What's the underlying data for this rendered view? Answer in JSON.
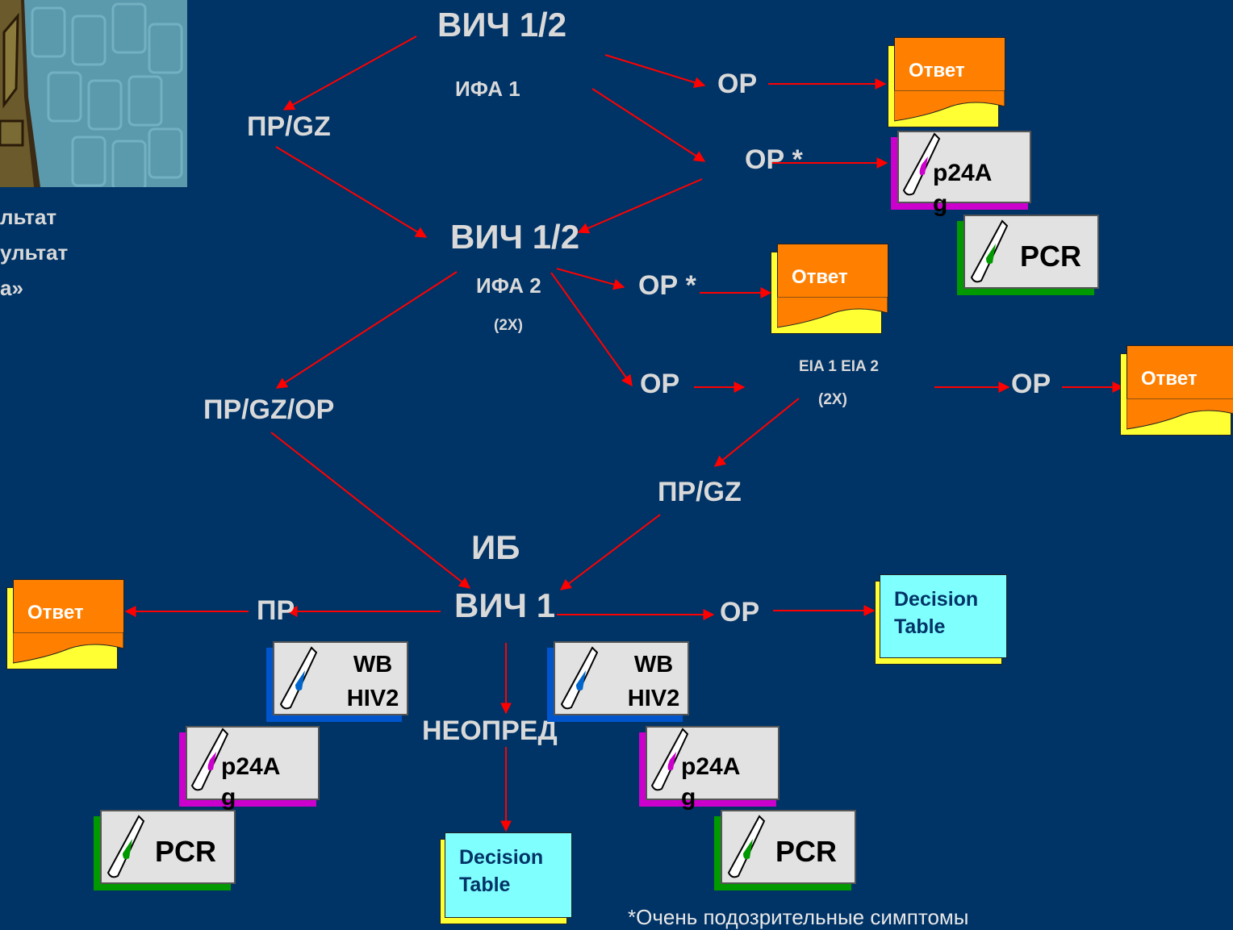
{
  "left_caption": [
    "льтат",
    "ультат",
    "а»"
  ],
  "nodes": {
    "hiv12_top": "ВИЧ 1/2",
    "ifa1": "ИФА 1",
    "pr_gz_1": "ПР/GZ",
    "op_1": "ОР",
    "op_star_1": "ОР *",
    "hiv12_mid": "ВИЧ 1/2",
    "ifa2": "ИФА 2",
    "ifa2_2x": "(2X)",
    "op_star_2": "ОР *",
    "op_2": "ОР",
    "eia": "EIA 1 EIA 2",
    "eia_2x": "(2X)",
    "op_3": "ОР",
    "pr_gz_op": "ПР/GZ/OP",
    "pr_gz_2": "ПР/GZ",
    "ib": "ИБ",
    "hiv1": "ВИЧ 1",
    "pr": "ПР",
    "op_4": "ОР",
    "neopred": "НЕОПРЕД"
  },
  "answer_label": "Ответ",
  "tests": {
    "p24": "p24Ag",
    "pcr": "PCR",
    "wb": "WB HIV2"
  },
  "decision_table": "Decision Table",
  "footnote": "*Очень подозрительные симптомы",
  "colors": {
    "background": "#003366",
    "arrow": "#ff0000",
    "answer_front": "#ff8000",
    "answer_back": "#ffff33",
    "decision_face": "#80ffff",
    "p24_accent": "#cc00cc",
    "pcr_accent": "#009900",
    "wb_accent": "#0055cc"
  }
}
